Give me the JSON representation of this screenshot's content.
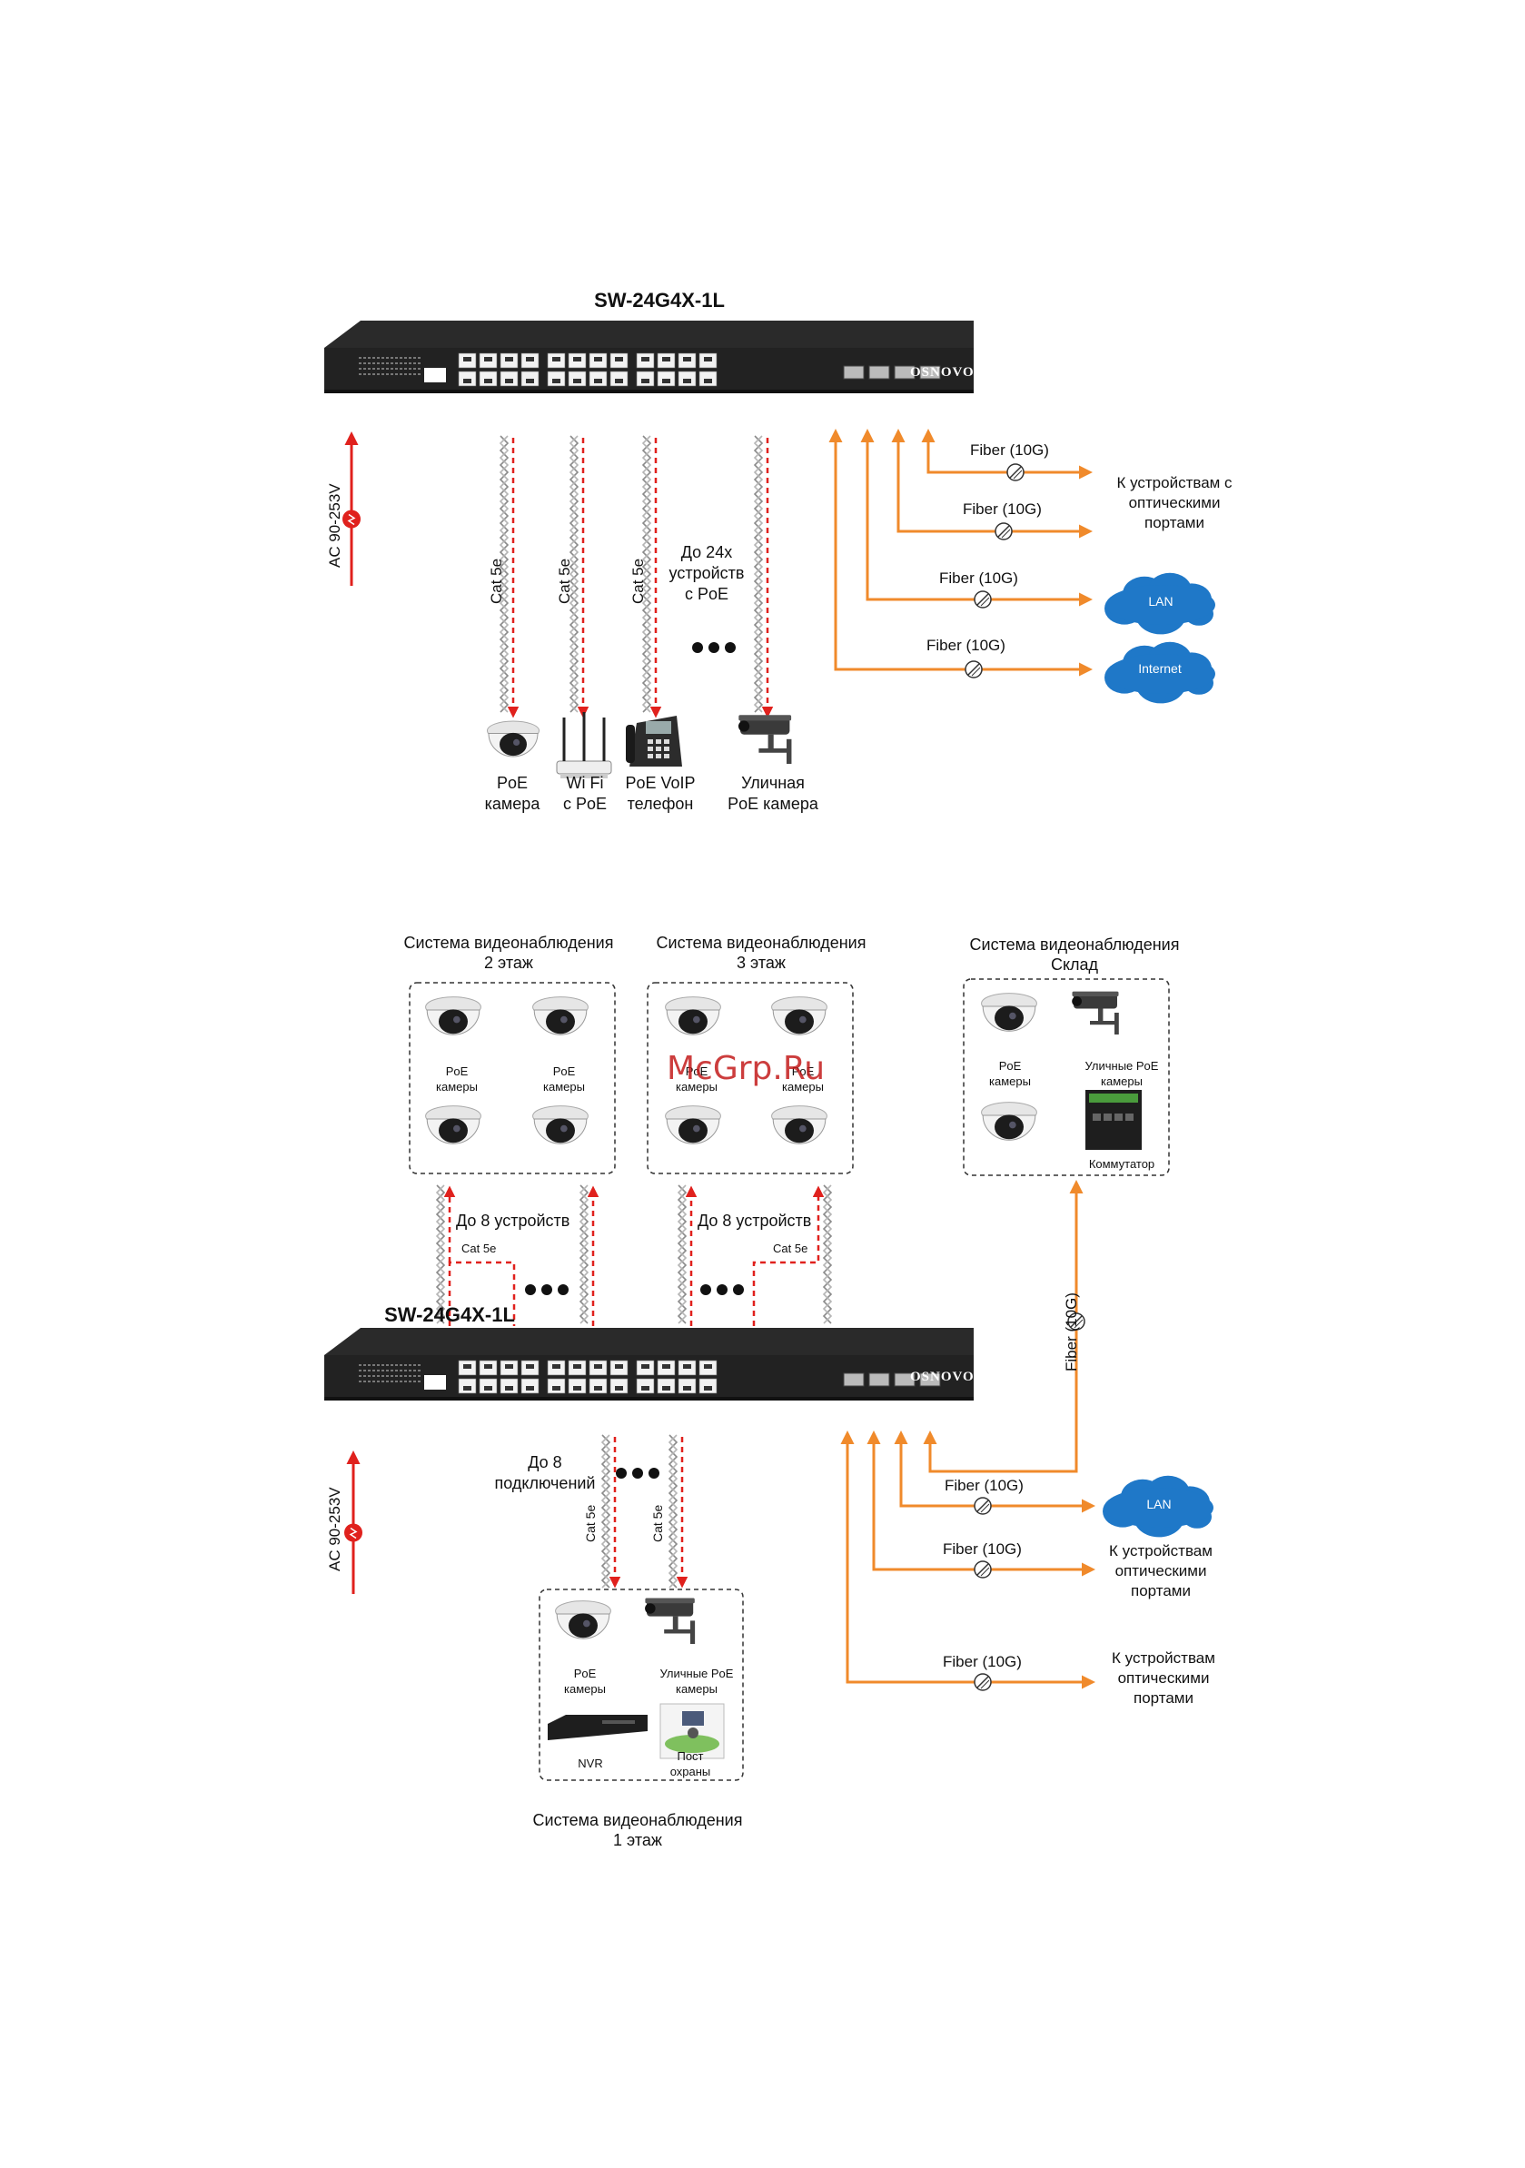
{
  "diagram_top": {
    "title": "SW-24G4X-1L",
    "brand": "OSNOVO",
    "power_label": "AC 90-253V",
    "cable_labels": [
      "Cat 5e",
      "Cat 5e",
      "Cat 5e"
    ],
    "poe_capacity": [
      "До 24х",
      "устройств",
      "с PoE"
    ],
    "fiber_label": "Fiber (10G)",
    "destinations": {
      "optical_1": [
        "К устройствам с",
        "оптическими",
        "портами"
      ],
      "lan": "LAN",
      "internet": "Internet"
    },
    "devices": [
      {
        "line1": "PoE",
        "line2": "камера"
      },
      {
        "line1": "Wi Fi",
        "line2": "с PoE"
      },
      {
        "line1": "PoE VoIP",
        "line2": "телефон"
      },
      {
        "line1": "Уличная",
        "line2": "PoE камера"
      }
    ]
  },
  "diagram_bottom": {
    "title": "SW-24G4X-1L",
    "brand": "OSNOVO",
    "power_label": "AC 90-253V",
    "zones": {
      "floor2": {
        "line1": "Система видеонаблюдения",
        "line2": "2 этаж",
        "cam_label": [
          "PoE",
          "камеры"
        ]
      },
      "floor3": {
        "line1": "Система видеонаблюдения",
        "line2": "3 этаж",
        "cam_label": [
          "PoE",
          "камеры"
        ]
      },
      "warehouse": {
        "line1": "Система видеонаблюдения",
        "line2": "Склад",
        "cam_label": [
          "PoE",
          "камеры"
        ],
        "street_label": [
          "Уличные PoE",
          "камеры"
        ],
        "switch_label": "Коммутатор"
      },
      "floor1": {
        "line1": "Система видеонаблюдения",
        "line2": "1 этаж",
        "cam_label": [
          "PoE",
          "камеры"
        ],
        "street_label": [
          "Уличные PoE",
          "камеры"
        ],
        "nvr_label": "NVR",
        "post_label": [
          "Пост",
          "охраны"
        ]
      }
    },
    "up_to_8_devices": "До 8 устройств",
    "up_to_8_connections": [
      "До 8",
      "подключений"
    ],
    "cable_label": "Cat 5e",
    "fiber_label": "Fiber (10G)",
    "destinations": {
      "lan": "LAN",
      "optical_1": [
        "К устройствам",
        "оптическими",
        "портами"
      ],
      "optical_2": [
        "К устройствам",
        "оптическими",
        "портами"
      ]
    }
  },
  "watermark": "McGrp.Ru",
  "colors": {
    "fiber": "#f08a2b",
    "power": "#e0211d",
    "poe_dash": "#e0211d",
    "cloud": "#1f78c8",
    "switch": "#222222"
  }
}
